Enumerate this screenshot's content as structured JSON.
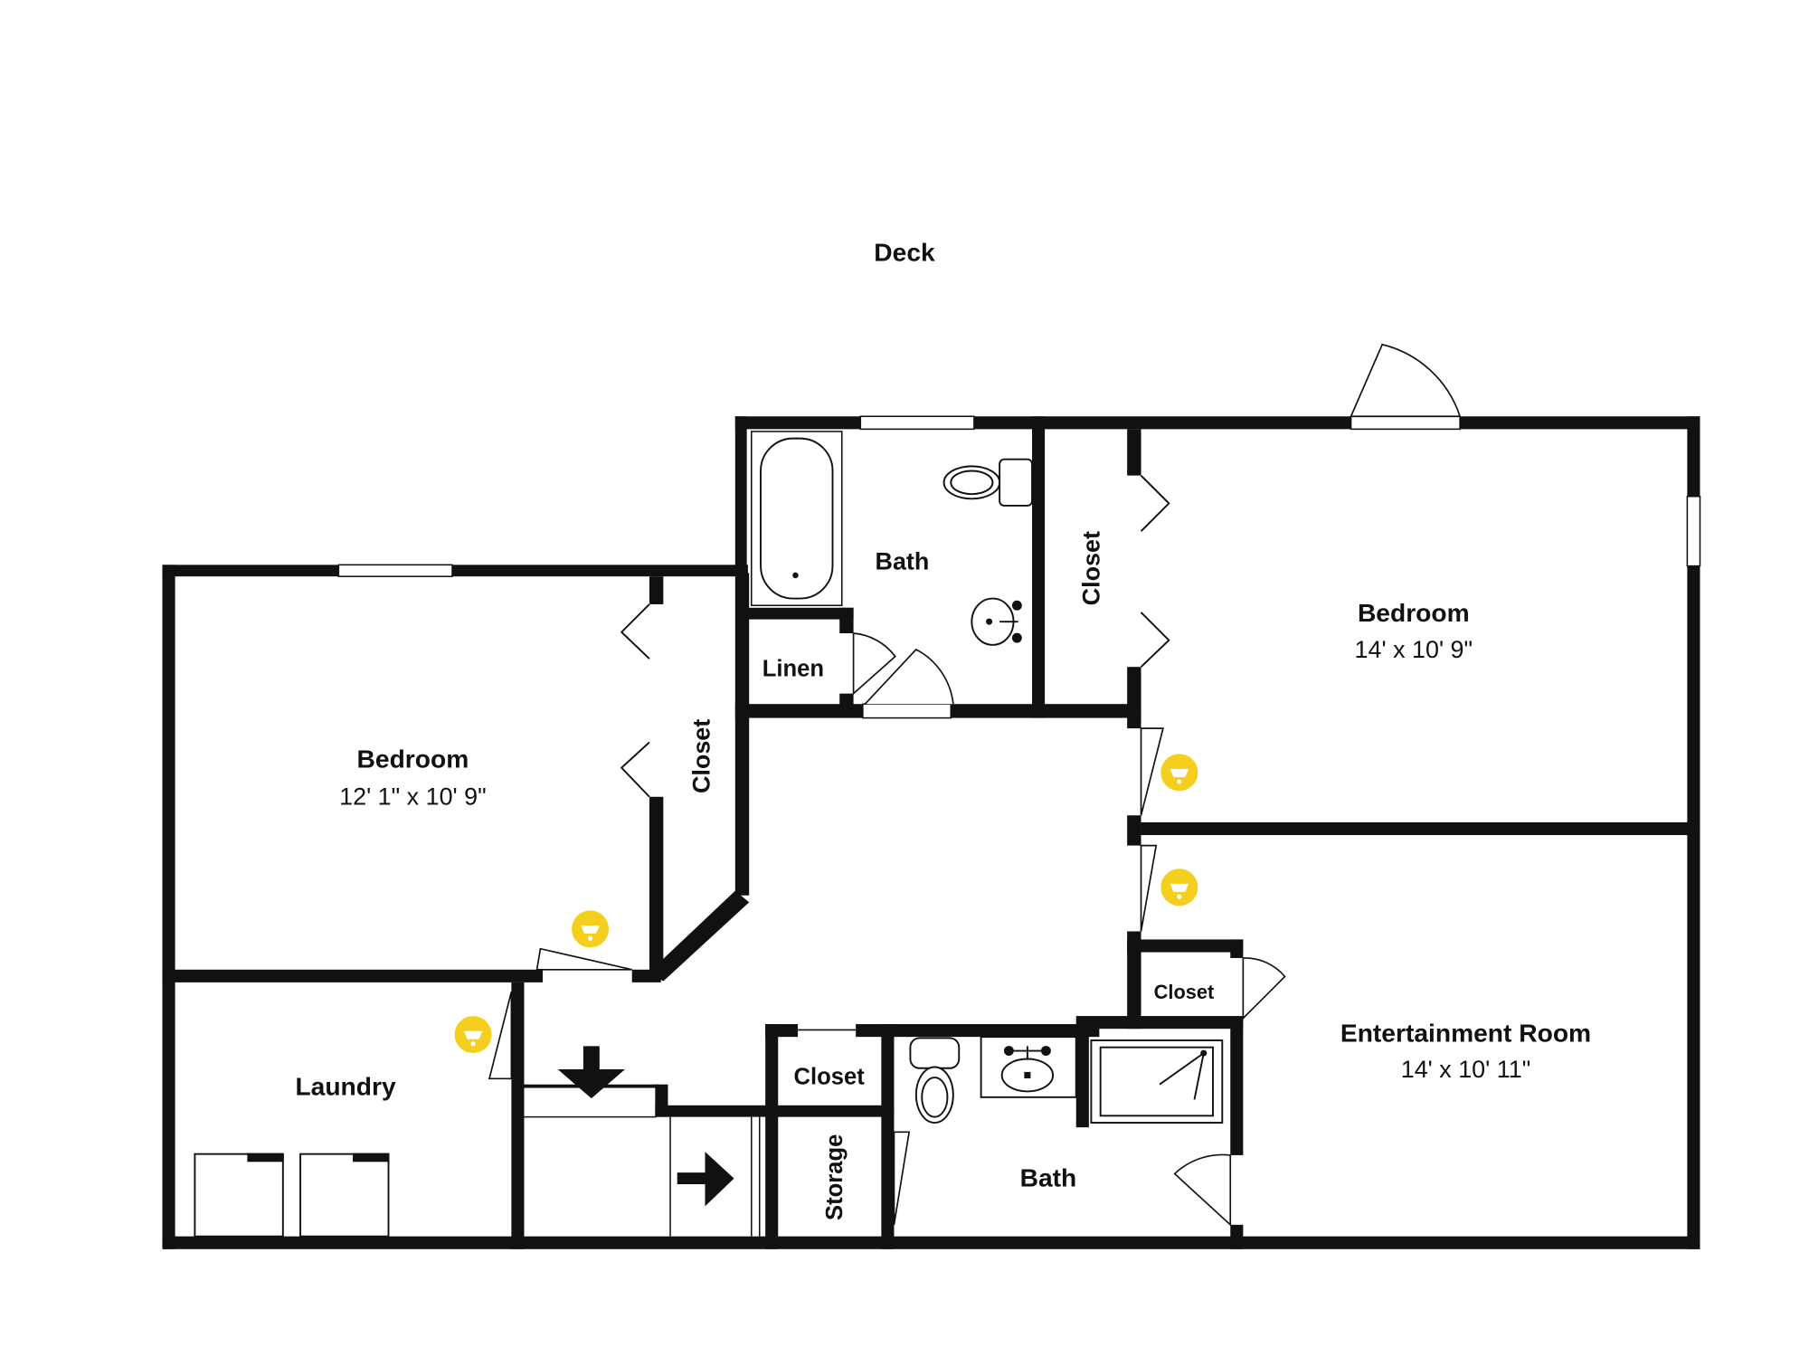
{
  "colors": {
    "wall": "#111111",
    "background": "#ffffff",
    "window": "#ffffff",
    "detector": "#f5cf1e",
    "fixture_line": "#111111"
  },
  "labels": {
    "deck": "Deck",
    "bath_upper": "Bath",
    "closet_upper_mid": "Closet",
    "bedroom_right": "Bedroom",
    "bedroom_right_dim": "14' x 10' 9\"",
    "linen": "Linen",
    "bedroom_left": "Bedroom",
    "bedroom_left_dim": "12' 1\" x 10' 9\"",
    "closet_left": "Closet",
    "closet_right_small": "Closet",
    "entertainment": "Entertainment Room",
    "entertainment_dim": "14' x 10' 11\"",
    "laundry": "Laundry",
    "closet_lower": "Closet",
    "storage": "Storage",
    "bath_lower": "Bath"
  },
  "icons": {
    "detector": "smoke-detector-icon",
    "stairs_arrow": "arrow-icon"
  }
}
